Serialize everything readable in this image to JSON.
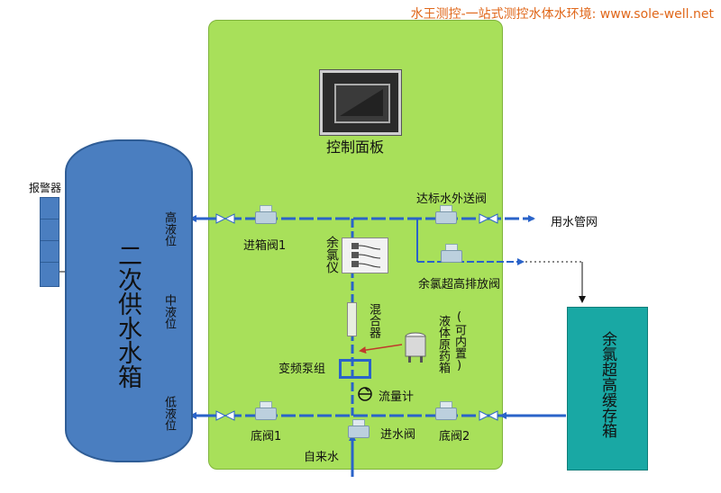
{
  "watermark": "水王测控-一站式测控水体水环境: www.sole-well.net",
  "control_panel": {
    "label": "控制面板"
  },
  "tank": {
    "title": "二次供水水箱",
    "high_level": "高液位",
    "mid_level": "中液位",
    "low_level": "低液位"
  },
  "alarm": {
    "label": "报警器"
  },
  "components": {
    "inlet_valve": "进箱阀1",
    "chlorine_meter": "余氯仪",
    "mixer": "混合器",
    "pump_group": "变频泵组",
    "flow_meter": "流量计",
    "water_in_valve": "进水阀",
    "bottom_valve_1": "底阀1",
    "bottom_valve_2": "底阀2",
    "tap_water": "自来水",
    "compliant_out_valve": "达标水外送阀",
    "user_network": "用水管网",
    "high_chlorine_drain": "余氯超高排放阀",
    "reagent_box": "液体原药箱",
    "reagent_note": "(可内置)"
  },
  "buffer_tank": {
    "title": "余氯超高缓存箱"
  },
  "colors": {
    "panel": "#a8e05a",
    "tank": "#4a7ec0",
    "pipe": "#2a63c9",
    "buffer": "#19a8a4",
    "watermark": "#e0671a"
  }
}
